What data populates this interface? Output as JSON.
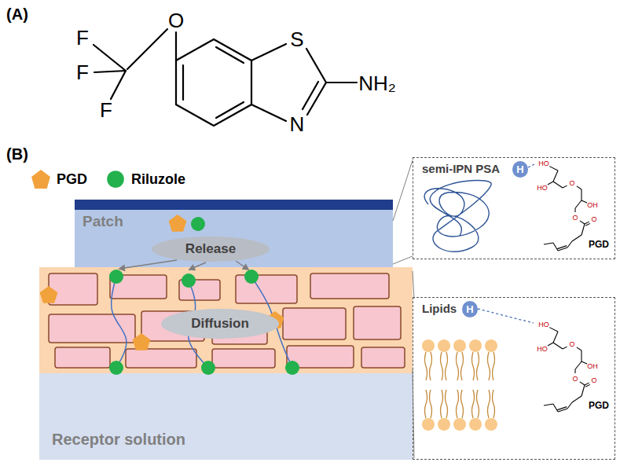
{
  "diagram": {
    "nodes": [
      {
        "text": [
          "Patch"
        ]
      },
      {
        "text": [
          "Release"
        ],
        "in": 0
      },
      {
        "text": [
          "Diffusion"
        ]
      },
      {
        "text": [
          "Receptor solution"
        ]
      },
      {
        "text": [
          "semi-IPN PSA"
        ]
      },
      {
        "text": [
          "H"
        ],
        "in": 4
      },
      {
        "text": [
          "Lipids"
        ]
      },
      {
        "text": [
          "H"
        ],
        "in": 6
      }
    ],
    "edges": [
      {
        "from": 0,
        "to": 4,
        "arrow": "none"
      }
    ],
    "labels": [
      "(A)",
      "F",
      "F",
      "F",
      "O",
      "S",
      "N",
      "NH₂",
      "(B)",
      "PGD",
      "HO",
      "HO",
      "O",
      "OH",
      "O",
      "O",
      "PGD",
      "HO",
      "HO",
      "O",
      "OH",
      "O",
      "O"
    ],
    "legend": [
      {
        "text": "PGD",
        "color": "#f2a23c"
      },
      {
        "text": "Riluzole",
        "color": "#22b14c"
      }
    ]
  }
}
